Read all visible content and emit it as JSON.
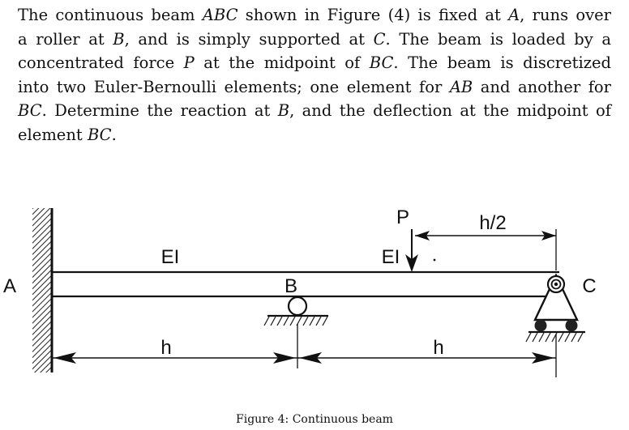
{
  "problem": {
    "lines": [
      [
        "The continuous beam ",
        "ABC",
        " shown in Figure (4) is fixed at ",
        "A",
        ", runs over"
      ],
      [
        "a roller at ",
        "B",
        ", and is simply supported at ",
        "C",
        ". The beam is loaded by a"
      ],
      [
        "concentrated force ",
        "P",
        " at the midpoint of ",
        "BC",
        ". The beam is discretized"
      ],
      [
        "into two Euler-Bernoulli elements; one element for ",
        "AB",
        " and another for"
      ],
      [
        "",
        "BC",
        ". Determine the reaction at ",
        "B",
        ", and the deflection at the midpoint of"
      ],
      [
        "element ",
        "BC",
        "."
      ]
    ]
  },
  "figure": {
    "label_A": "A",
    "label_B": "B",
    "label_C": "C",
    "label_EI_left": "EI",
    "label_EI_right": "EI",
    "label_P": "P",
    "label_h_left": "h",
    "label_h_right": "h",
    "label_h_half": "h/2",
    "caption": "Figure 4: Continuous beam"
  }
}
